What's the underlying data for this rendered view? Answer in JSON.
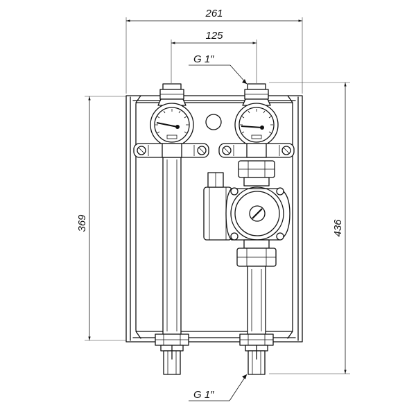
{
  "dimensions": {
    "overall_width": "261",
    "pipe_spacing": "125",
    "frame_height": "369",
    "overall_height": "436"
  },
  "connections": {
    "top_thread": "G 1″",
    "bottom_thread": "G 1″"
  },
  "icons": {
    "thermometer_left": "thermometer-dial-icon",
    "thermometer_right": "thermometer-dial-icon",
    "pump": "circulation-pump-icon"
  }
}
